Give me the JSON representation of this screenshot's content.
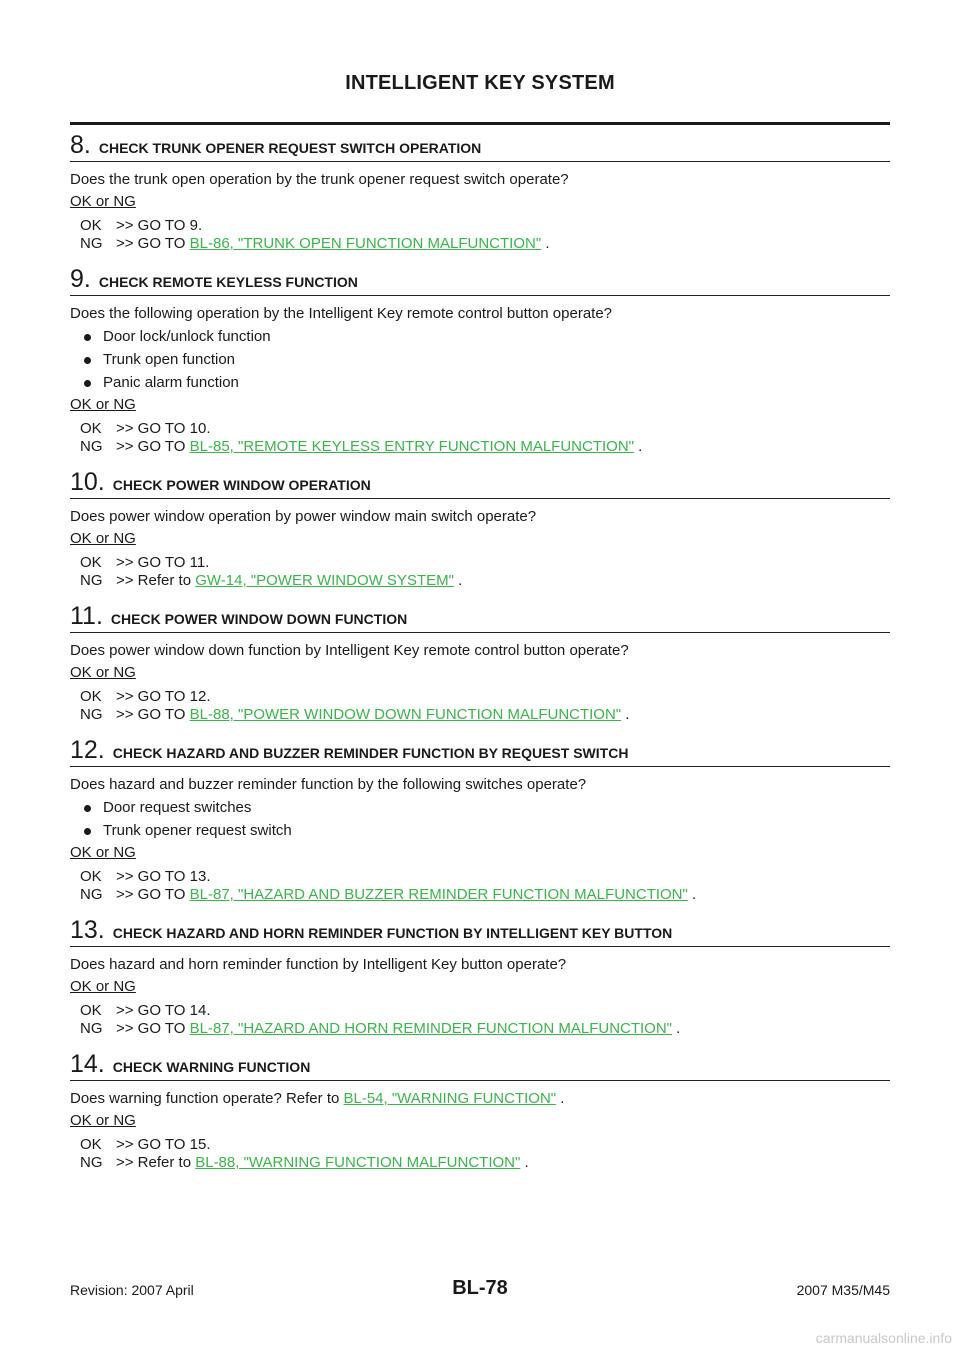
{
  "header": {
    "title": "INTELLIGENT KEY SYSTEM"
  },
  "okng_label": "OK or NG",
  "steps": [
    {
      "num": "8.",
      "title": "CHECK TRUNK OPENER REQUEST SWITCH OPERATION",
      "question": "Does the trunk open operation by the trunk opener request switch operate?",
      "question_link": "",
      "question_suffix": "",
      "bullets": [],
      "results": [
        {
          "code": "OK",
          "prefix": ">> GO TO 9.",
          "link": "",
          "suffix": ""
        },
        {
          "code": "NG",
          "prefix": ">> GO TO ",
          "link": "BL-86, \"TRUNK OPEN FUNCTION MALFUNCTION\"",
          "suffix": " ."
        }
      ]
    },
    {
      "num": "9.",
      "title": "CHECK REMOTE KEYLESS FUNCTION",
      "question": "Does the following operation by the Intelligent Key remote control button operate?",
      "question_link": "",
      "question_suffix": "",
      "bullets": [
        "Door lock/unlock function",
        "Trunk open function",
        "Panic alarm function"
      ],
      "results": [
        {
          "code": "OK",
          "prefix": ">> GO TO 10.",
          "link": "",
          "suffix": ""
        },
        {
          "code": "NG",
          "prefix": ">> GO TO ",
          "link": "BL-85, \"REMOTE KEYLESS ENTRY FUNCTION MALFUNCTION\"",
          "suffix": " ."
        }
      ]
    },
    {
      "num": "10.",
      "title": "CHECK POWER WINDOW OPERATION",
      "question": "Does power window operation by power window main switch operate?",
      "question_link": "",
      "question_suffix": "",
      "bullets": [],
      "results": [
        {
          "code": "OK",
          "prefix": ">> GO TO 11.",
          "link": "",
          "suffix": ""
        },
        {
          "code": "NG",
          "prefix": ">> Refer to ",
          "link": "GW-14, \"POWER WINDOW SYSTEM\"",
          "suffix": " ."
        }
      ]
    },
    {
      "num": "11.",
      "title": "CHECK POWER WINDOW DOWN FUNCTION",
      "question": "Does power window down function by Intelligent Key remote control button operate?",
      "question_link": "",
      "question_suffix": "",
      "bullets": [],
      "results": [
        {
          "code": "OK",
          "prefix": ">> GO TO 12.",
          "link": "",
          "suffix": ""
        },
        {
          "code": "NG",
          "prefix": ">> GO TO ",
          "link": "BL-88, \"POWER WINDOW DOWN FUNCTION MALFUNCTION\"",
          "suffix": " ."
        }
      ]
    },
    {
      "num": "12.",
      "title": "CHECK HAZARD AND BUZZER REMINDER FUNCTION BY REQUEST SWITCH",
      "question": "Does hazard and buzzer reminder function by the following switches operate?",
      "question_link": "",
      "question_suffix": "",
      "bullets": [
        "Door request switches",
        "Trunk opener request switch"
      ],
      "results": [
        {
          "code": "OK",
          "prefix": ">> GO TO 13.",
          "link": "",
          "suffix": ""
        },
        {
          "code": "NG",
          "prefix": ">> GO TO ",
          "link": "BL-87, \"HAZARD AND BUZZER REMINDER FUNCTION MALFUNCTION\"",
          "suffix": " ."
        }
      ]
    },
    {
      "num": "13.",
      "title": "CHECK HAZARD AND HORN REMINDER FUNCTION BY INTELLIGENT KEY BUTTON",
      "question": "Does hazard and horn reminder function by Intelligent Key button operate?",
      "question_link": "",
      "question_suffix": "",
      "bullets": [],
      "results": [
        {
          "code": "OK",
          "prefix": ">> GO TO 14.",
          "link": "",
          "suffix": ""
        },
        {
          "code": "NG",
          "prefix": ">> GO TO ",
          "link": "BL-87, \"HAZARD AND HORN REMINDER FUNCTION MALFUNCTION\"",
          "suffix": " ."
        }
      ]
    },
    {
      "num": "14.",
      "title": "CHECK WARNING FUNCTION",
      "question": "Does warning function operate? Refer to ",
      "question_link": "BL-54, \"WARNING FUNCTION\"",
      "question_suffix": " .",
      "bullets": [],
      "results": [
        {
          "code": "OK",
          "prefix": ">> GO TO 15.",
          "link": "",
          "suffix": ""
        },
        {
          "code": "NG",
          "prefix": ">> Refer to ",
          "link": "BL-88, \"WARNING FUNCTION MALFUNCTION\"",
          "suffix": " ."
        }
      ]
    }
  ],
  "footer": {
    "revision": "Revision: 2007 April",
    "page_number": "BL-78",
    "model": "2007 M35/M45"
  },
  "watermark": "carmanualsonline.info",
  "colors": {
    "link": "#39b54a",
    "text": "#1a1a1a",
    "rule": "#1a1a1a"
  }
}
